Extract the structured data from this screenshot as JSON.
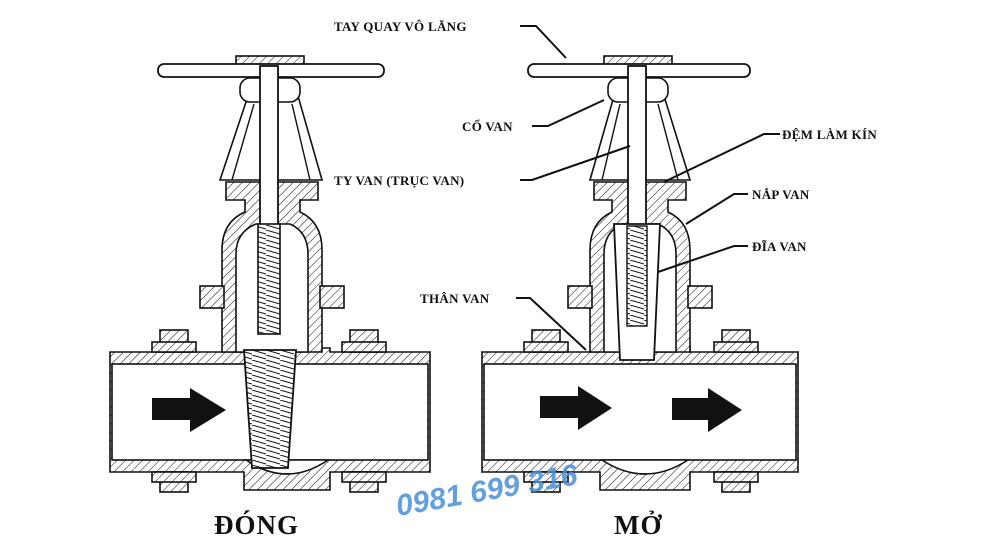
{
  "labels": {
    "handwheel": "TAY QUAY VÔ LĂNG",
    "gland": "CỔ VAN",
    "stem": "TY VAN (TRỤC VAN)",
    "packing": "ĐỆM LÀM KÍN",
    "bonnet": "NẮP VAN",
    "disc": "ĐĨA VAN",
    "body": "THÂN VAN"
  },
  "states": {
    "closed": "ĐÓNG",
    "open": "MỞ"
  },
  "watermark": {
    "phone": "0981 699 316",
    "color": "#4a90d9"
  }
}
